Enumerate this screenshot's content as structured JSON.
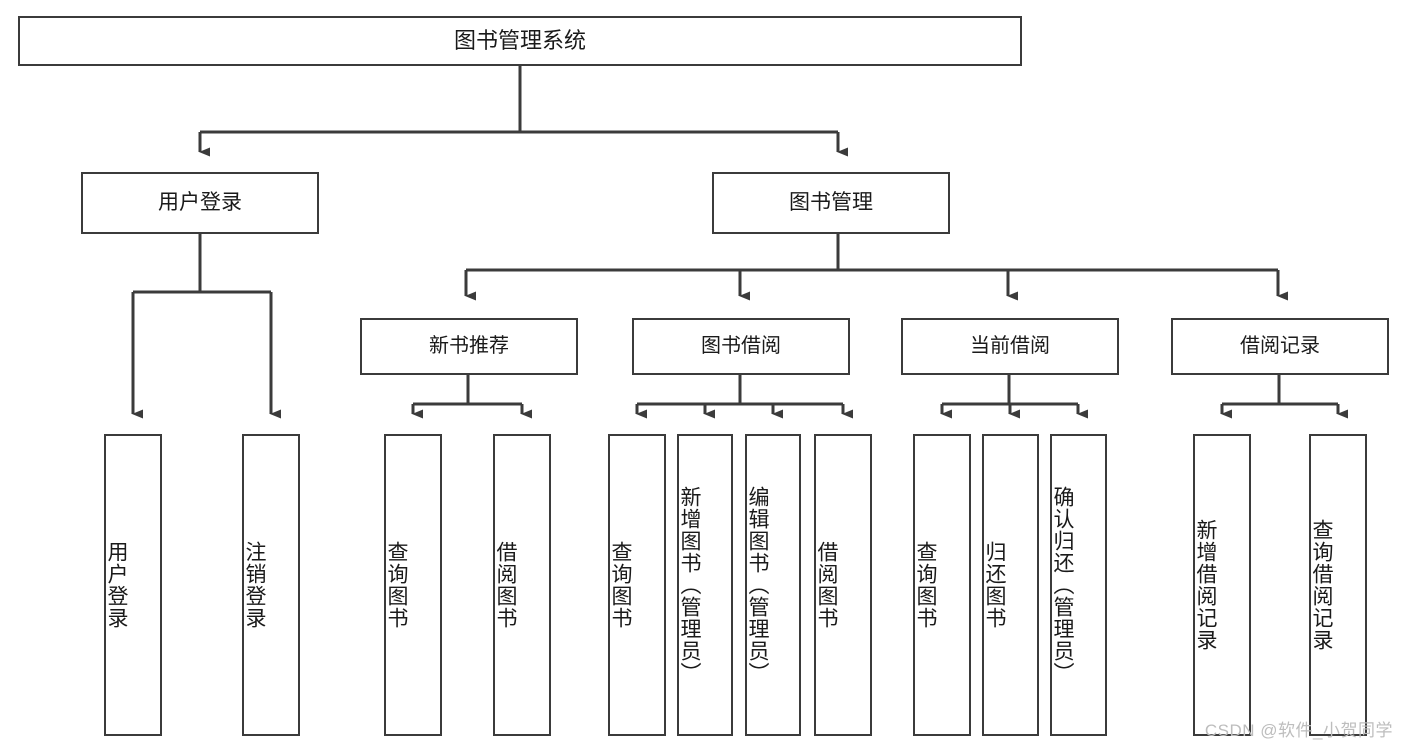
{
  "diagram": {
    "type": "tree-hierarchy-chart",
    "title": "图书管理系统",
    "line_color": "#3b3b3b",
    "box_fill": "#ffffff",
    "text_color": "#1a1a1a",
    "orientation": "top-down",
    "leaf_text_orientation": "vertical"
  },
  "root": {
    "label": "图书管理系统"
  },
  "level2": [
    {
      "label": "用户登录"
    },
    {
      "label": "图书管理"
    }
  ],
  "level3": [
    {
      "label": "新书推荐"
    },
    {
      "label": "图书借阅"
    },
    {
      "label": "当前借阅"
    },
    {
      "label": "借阅记录"
    }
  ],
  "leaves": {
    "user_login": [
      {
        "label": "用户登录"
      },
      {
        "label": "注销登录"
      }
    ],
    "new_book_recommend": [
      {
        "label": "查询图书"
      },
      {
        "label": "借阅图书"
      }
    ],
    "book_borrow": [
      {
        "label": "查询图书"
      },
      {
        "label": "新增图书（管理员）"
      },
      {
        "label": "编辑图书（管理员）"
      },
      {
        "label": "借阅图书"
      }
    ],
    "current_borrow": [
      {
        "label": "查询图书"
      },
      {
        "label": "归还图书"
      },
      {
        "label": "确认归还（管理员）"
      }
    ],
    "borrow_record": [
      {
        "label": "新增借阅记录"
      },
      {
        "label": "查询借阅记录"
      }
    ]
  },
  "watermark": {
    "text": "CSDN @软件_小贺同学"
  }
}
